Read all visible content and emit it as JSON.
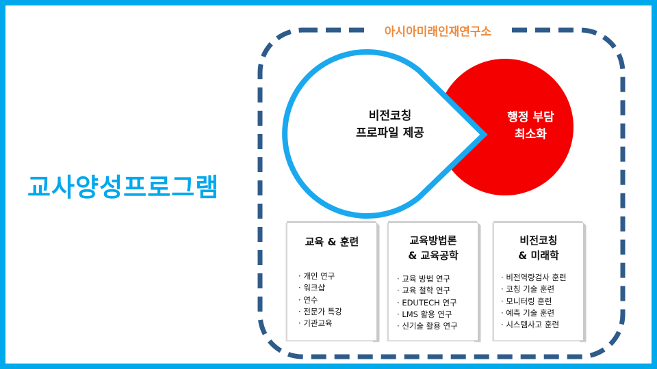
{
  "main_title": "교사양성프로그램",
  "institute": "아시아미래인재연구소",
  "blue_circle": {
    "line1": "비전코칭",
    "line2": "프로파일 제공"
  },
  "red_circle": {
    "line1": "행정 부담",
    "line2": "최소화"
  },
  "cards": [
    {
      "title_line1": "교육 & 훈련",
      "title_line2": "",
      "items": [
        "개인 연구",
        "워크샵",
        "연수",
        "전문가 특강",
        "기관교육"
      ]
    },
    {
      "title_line1": "교육방법론",
      "title_line2": "& 교육공학",
      "items": [
        "교육 방법 연구",
        "교육 철학 연구",
        "EDUTECH 연구",
        "LMS 활용 연구",
        "신기술 활용 연구"
      ]
    },
    {
      "title_line1": "비전코칭",
      "title_line2": "& 미래학",
      "items": [
        "비전역량검사 훈련",
        "코칭 기술 훈련",
        "모니터링 훈련",
        "예측 기술 훈련",
        "시스템사고 훈련"
      ]
    }
  ],
  "colors": {
    "frame": "#00a8ec",
    "dashed_border": "#2f5b8a",
    "institute_text": "#ef8a3c",
    "blue_shape": "#1aa8ee",
    "red_shape": "#f50000"
  }
}
